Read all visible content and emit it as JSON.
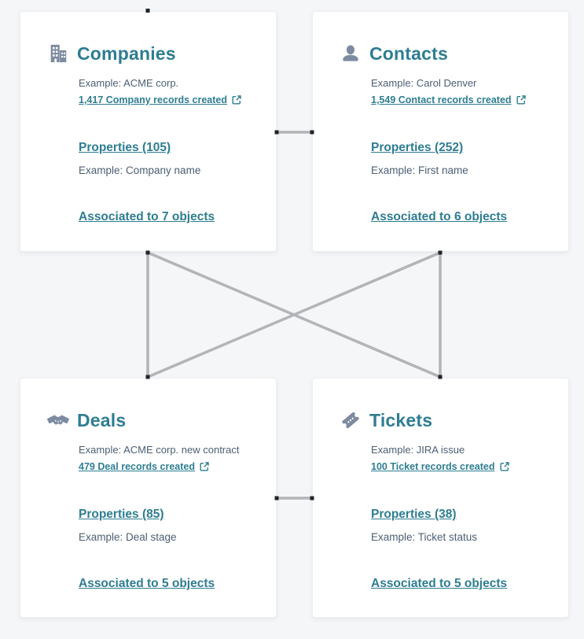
{
  "colors": {
    "accent_teal": "#2e7d92",
    "body_text": "#4b5f74",
    "icon_slate": "#7d8ba1",
    "connector_gray": "#b2b4b8",
    "endpoint_black": "#202528",
    "page_background": "#f5f6f8",
    "card_background": "#ffffff"
  },
  "cards": [
    {
      "id": "companies",
      "title": "Companies",
      "icon": "building-icon",
      "example": "Example: ACME corp.",
      "records_link": "1,417 Company records created",
      "properties_link": "Properties (105)",
      "properties_example": "Example: Company name",
      "associated_link": "Associated to 7 objects"
    },
    {
      "id": "contacts",
      "title": "Contacts",
      "icon": "contact-icon",
      "example": "Example: Carol Denver",
      "records_link": "1,549 Contact records created",
      "properties_link": "Properties (252)",
      "properties_example": "Example: First name",
      "associated_link": "Associated to 6 objects"
    },
    {
      "id": "deals",
      "title": "Deals",
      "icon": "handshake-icon",
      "example": "Example: ACME corp. new contract",
      "records_link": "479 Deal records created",
      "properties_link": "Properties (85)",
      "properties_example": "Example: Deal stage",
      "associated_link": "Associated to 5 objects"
    },
    {
      "id": "tickets",
      "title": "Tickets",
      "icon": "ticket-icon",
      "example": "Example: JIRA issue",
      "records_link": "100 Ticket records created",
      "properties_link": "Properties (38)",
      "properties_example": "Example: Ticket status",
      "associated_link": "Associated to 5 objects"
    }
  ],
  "connections": [
    {
      "from": "companies",
      "to": "contacts"
    },
    {
      "from": "deals",
      "to": "tickets"
    },
    {
      "from": "companies",
      "to": "deals"
    },
    {
      "from": "contacts",
      "to": "tickets"
    },
    {
      "from": "companies",
      "to": "tickets"
    },
    {
      "from": "contacts",
      "to": "deals"
    }
  ]
}
